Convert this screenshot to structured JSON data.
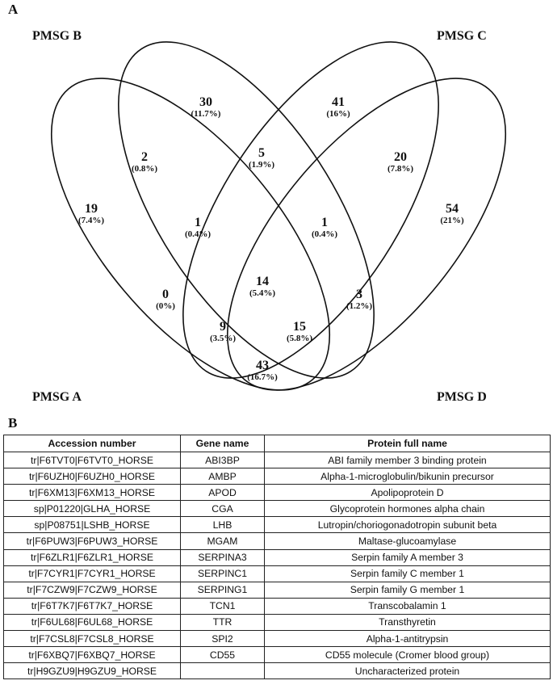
{
  "panel_a_label": "A",
  "panel_b_label": "B",
  "venn": {
    "sets": [
      "PMSG B",
      "PMSG C",
      "PMSG A",
      "PMSG D"
    ],
    "regions": [
      {
        "id": "B_only",
        "count": "30",
        "pct": "(11.7%)"
      },
      {
        "id": "C_only",
        "count": "41",
        "pct": "(16%)"
      },
      {
        "id": "A_B",
        "count": "2",
        "pct": "(0.8%)"
      },
      {
        "id": "B_C",
        "count": "5",
        "pct": "(1.9%)"
      },
      {
        "id": "C_D",
        "count": "20",
        "pct": "(7.8%)"
      },
      {
        "id": "A_only",
        "count": "19",
        "pct": "(7.4%)"
      },
      {
        "id": "A_B_C",
        "count": "1",
        "pct": "(0.4%)"
      },
      {
        "id": "B_C_D",
        "count": "1",
        "pct": "(0.4%)"
      },
      {
        "id": "D_only",
        "count": "54",
        "pct": "(21%)"
      },
      {
        "id": "A_C",
        "count": "0",
        "pct": "(0%)"
      },
      {
        "id": "A_B_C_D",
        "count": "14",
        "pct": "(5.4%)"
      },
      {
        "id": "B_D",
        "count": "3",
        "pct": "(1.2%)"
      },
      {
        "id": "A_C_D",
        "count": "9",
        "pct": "(3.5%)"
      },
      {
        "id": "A_B_D",
        "count": "15",
        "pct": "(5.8%)"
      },
      {
        "id": "A_D",
        "count": "43",
        "pct": "(16.7%)"
      }
    ]
  },
  "table": {
    "headers": [
      "Accession number",
      "Gene name",
      "Protein full name"
    ],
    "rows": [
      [
        "tr|F6TVT0|F6TVT0_HORSE",
        "ABI3BP",
        "ABI family member 3 binding protein"
      ],
      [
        "tr|F6UZH0|F6UZH0_HORSE",
        "AMBP",
        "Alpha-1-microglobulin/bikunin precursor"
      ],
      [
        "tr|F6XM13|F6XM13_HORSE",
        "APOD",
        "Apolipoprotein D"
      ],
      [
        "sp|P01220|GLHA_HORSE",
        "CGA",
        "Glycoprotein hormones alpha chain"
      ],
      [
        "sp|P08751|LSHB_HORSE",
        "LHB",
        "Lutropin/choriogonadotropin subunit beta"
      ],
      [
        "tr|F6PUW3|F6PUW3_HORSE",
        "MGAM",
        "Maltase-glucoamylase"
      ],
      [
        "tr|F6ZLR1|F6ZLR1_HORSE",
        "SERPINA3",
        "Serpin family A member 3"
      ],
      [
        "tr|F7CYR1|F7CYR1_HORSE",
        "SERPINC1",
        "Serpin family C member 1"
      ],
      [
        "tr|F7CZW9|F7CZW9_HORSE",
        "SERPING1",
        "Serpin family G member 1"
      ],
      [
        "tr|F6T7K7|F6T7K7_HORSE",
        "TCN1",
        "Transcobalamin 1"
      ],
      [
        "tr|F6UL68|F6UL68_HORSE",
        "TTR",
        "Transthyretin"
      ],
      [
        "tr|F7CSL8|F7CSL8_HORSE",
        "SPI2",
        "Alpha-1-antitrypsin"
      ],
      [
        "tr|F6XBQ7|F6XBQ7_HORSE",
        "CD55",
        "CD55 molecule (Cromer blood group)"
      ],
      [
        "tr|H9GZU9|H9GZU9_HORSE",
        "",
        "Uncharacterized protein"
      ]
    ]
  }
}
